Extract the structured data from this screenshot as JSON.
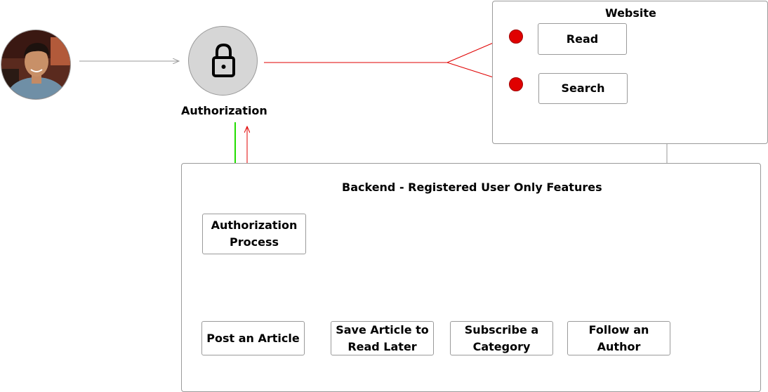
{
  "website": {
    "title": "Website",
    "read": "Read",
    "search": "Search"
  },
  "auth": {
    "label": "Authorization"
  },
  "backend": {
    "title": "Backend - Registered User Only Features",
    "process": [
      "Authorization",
      "Process"
    ],
    "features": {
      "post": [
        "Post an Article"
      ],
      "save": [
        "Save Article to",
        "Read Later"
      ],
      "subscribe": [
        "Subscribe a",
        "Category"
      ],
      "follow": [
        "Follow an",
        "Author"
      ]
    }
  },
  "colors": {
    "red": "#e00000",
    "green": "#22dd00",
    "grey": "#9a9a9a"
  },
  "icons": {
    "user": "user-avatar",
    "lock": "lock-icon"
  }
}
